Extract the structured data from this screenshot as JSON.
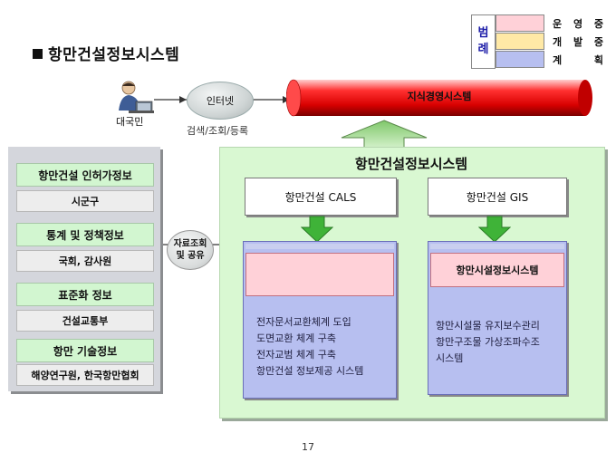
{
  "title": "항만건설정보시스템",
  "legend": {
    "key": "범례",
    "items": [
      {
        "label": "운 영 중",
        "color": "#ffd1d8"
      },
      {
        "label": "개 발 중",
        "color": "#ffe9a6"
      },
      {
        "label": "계    획",
        "color": "#b7bff0"
      }
    ]
  },
  "user": {
    "label": "대국민"
  },
  "internet": {
    "label": "인터넷",
    "sub": "검색/조회/등록"
  },
  "knowledge_system": "지식경영시스템",
  "left_panel": {
    "groups": [
      {
        "head": "항만건설 인허가정보",
        "sub": "시군구"
      },
      {
        "head": "통계 및 정책정보",
        "sub": "국회, 감사원"
      },
      {
        "head": "표준화 정보",
        "sub": "건설교통부"
      },
      {
        "head": "항만 기술정보",
        "sub": "해양연구원, 한국항만협회"
      }
    ]
  },
  "exchange": {
    "line1": "자료조회",
    "line2": "및 공유"
  },
  "system": {
    "title": "항만건설정보시스템",
    "cals": {
      "label": "항만건설 CALS",
      "items": [
        "전자문서교환체계 도입",
        "도면교환 체계 구축",
        "전자교범 체계 구축",
        "항만건설 정보제공 시스템"
      ]
    },
    "gis": {
      "label": "항만건설 GIS",
      "pink_label": "항만시설정보시스템",
      "items": [
        "항만시설물 유지보수관리",
        "항만구조물 가상조파수조",
        "시스템"
      ]
    }
  },
  "page_number": "17"
}
